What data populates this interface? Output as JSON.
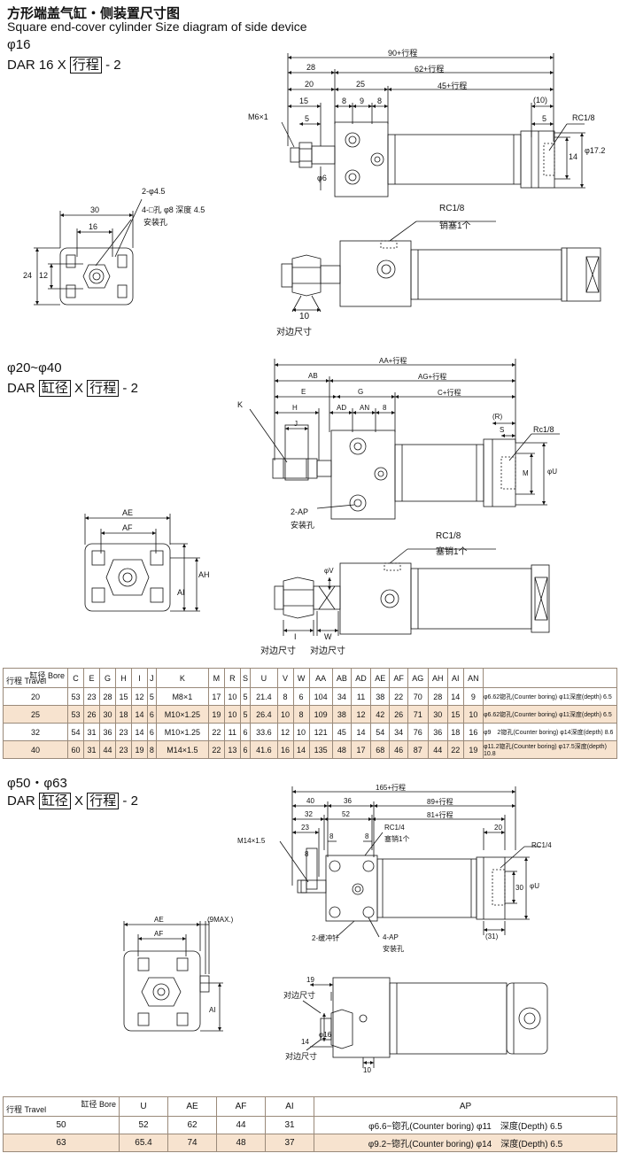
{
  "page": {
    "title_cn": "方形端盖气缸・侧装置尺寸图",
    "title_en": "Square end-cover cylinder Size diagram of side device"
  },
  "sec16": {
    "bore": "φ16",
    "model_prefix": "DAR 16 X",
    "model_box": "行程",
    "model_suffix": "- 2",
    "dims": {
      "d90": "90+行程",
      "d28": "28",
      "d62": "62+行程",
      "d20": "20",
      "d25": "25",
      "d45": "45+行程",
      "d15": "15",
      "d8": "8",
      "d9": "9",
      "d8b": "8",
      "d10p": "(10)",
      "m6": "M6×1",
      "d5": "5",
      "d5b": "5",
      "rc": "RC1/8",
      "d14": "14",
      "d172": "φ17.2",
      "phi6": "φ6",
      "phi45": "2-φ4.5",
      "hole": "4-□孔 φ8 深度 4.5",
      "mount": "安装孔",
      "d30": "30",
      "d16": "16",
      "d24": "24",
      "d12": "12",
      "rc2": "RC1/8",
      "plug": "销塞1个",
      "d10": "10",
      "flat": "对边尺寸"
    }
  },
  "sec20": {
    "bore": "φ20~φ40",
    "model_prefix": "DAR",
    "model_box1": "缸径",
    "model_x": "X",
    "model_box2": "行程",
    "model_suffix": "- 2",
    "dims": {
      "aa": "AA+行程",
      "ab": "AB",
      "ag": "AG+行程",
      "e": "E",
      "g": "G",
      "c": "C+行程",
      "h": "H",
      "ad": "AD",
      "an": "AN",
      "d8": "8",
      "k": "K",
      "j": "J",
      "r": "(R)",
      "s": "S",
      "rc": "Rc1/8",
      "m": "M",
      "u": "φU",
      "ap": "2-AP",
      "mount": "安装孔",
      "ae": "AE",
      "af": "AF",
      "ai": "AI",
      "ah": "AH",
      "rc2": "RC1/8",
      "plug": "塞销1个",
      "v": "φV",
      "i": "I",
      "w": "W",
      "flat1": "对边尺寸",
      "flat2": "对边尺寸"
    }
  },
  "table1": {
    "hdr_bore": "缸径 Bore",
    "hdr_travel": "行程 Travel",
    "columns": [
      "C",
      "E",
      "G",
      "H",
      "I",
      "J",
      "K",
      "M",
      "R",
      "S",
      "U",
      "V",
      "W",
      "AA",
      "AB",
      "AD",
      "AE",
      "AF",
      "AG",
      "AH",
      "AI",
      "AN"
    ],
    "rows": [
      {
        "bore": "20",
        "vals": [
          "53",
          "23",
          "28",
          "15",
          "12",
          "5",
          "M8×1",
          "17",
          "10",
          "5",
          "21.4",
          "8",
          "6",
          "104",
          "34",
          "11",
          "38",
          "22",
          "70",
          "28",
          "14",
          "9"
        ],
        "ap": "φ6.62锪孔(Counter boring) φ11深度(depth) 6.5"
      },
      {
        "bore": "25",
        "vals": [
          "53",
          "26",
          "30",
          "18",
          "14",
          "6",
          "M10×1.25",
          "19",
          "10",
          "5",
          "26.4",
          "10",
          "8",
          "109",
          "38",
          "12",
          "42",
          "26",
          "71",
          "30",
          "15",
          "10"
        ],
        "ap": "φ6.62锪孔(Counter boring) φ11深度(depth) 6.5"
      },
      {
        "bore": "32",
        "vals": [
          "54",
          "31",
          "36",
          "23",
          "14",
          "6",
          "M10×1.25",
          "22",
          "11",
          "6",
          "33.6",
          "12",
          "10",
          "121",
          "45",
          "14",
          "54",
          "34",
          "76",
          "36",
          "18",
          "16"
        ],
        "ap": "φ9　2锪孔(Counter boring) φ14深度(depth) 8.6"
      },
      {
        "bore": "40",
        "vals": [
          "60",
          "31",
          "44",
          "23",
          "19",
          "8",
          "M14×1.5",
          "22",
          "13",
          "6",
          "41.6",
          "16",
          "14",
          "135",
          "48",
          "17",
          "68",
          "46",
          "87",
          "44",
          "22",
          "19"
        ],
        "ap": "φ11.2锪孔(Counter boring) φ17.5深度(depth) 10.8"
      }
    ]
  },
  "sec50": {
    "bore": "φ50・φ63",
    "model_prefix": "DAR",
    "model_box1": "缸径",
    "model_x": "X",
    "model_box2": "行程",
    "model_suffix": "- 2",
    "dims": {
      "d165": "165+行程",
      "d40": "40",
      "d36": "36",
      "d89": "89+行程",
      "d32": "32",
      "d52": "52",
      "d81": "81+行程",
      "d23": "23",
      "d8": "8",
      "d8b": "8",
      "rc14": "RC1/4",
      "plug": "塞销1个",
      "d20": "20",
      "rc14b": "RC1/4",
      "m14": "M14×1.5",
      "d8c": "8",
      "d30": "30",
      "u": "φU",
      "d31": "(31)",
      "buffer": "2-缓冲针",
      "ap": "4-AP",
      "mount": "安装孔",
      "ae": "AE",
      "af": "AF",
      "max9": "(9MAX.)",
      "ai": "AI",
      "d19": "19",
      "flat1": "对边尺寸",
      "phi16": "φ16",
      "d14": "14",
      "flat2": "对边尺寸",
      "d10": "10"
    }
  },
  "table2": {
    "hdr_bore": "缸径 Bore",
    "hdr_travel": "行程 Travel",
    "columns": [
      "U",
      "AE",
      "AF",
      "AI",
      "AP"
    ],
    "rows": [
      {
        "bore": "50",
        "vals": [
          "52",
          "62",
          "44",
          "31",
          "φ6.6~锪孔(Counter boring) φ11　深度(Depth) 6.5"
        ]
      },
      {
        "bore": "63",
        "vals": [
          "65.4",
          "74",
          "48",
          "37",
          "φ9.2~锪孔(Counter boring) φ14　深度(Depth) 6.5"
        ]
      }
    ]
  }
}
